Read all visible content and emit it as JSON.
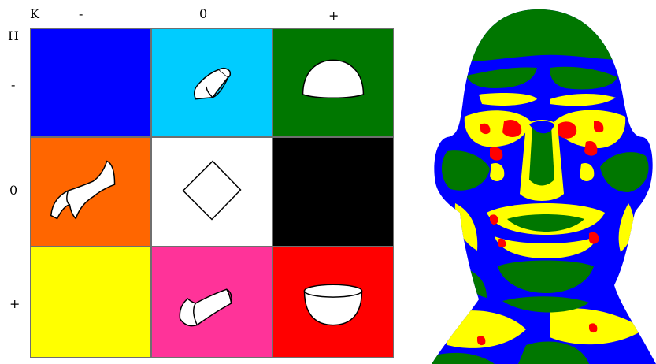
{
  "labels": {
    "k_axis": "K",
    "h_axis": "H",
    "k_neg": "-",
    "k_zero": "0",
    "k_pos": "+",
    "h_neg": "-",
    "h_zero": "0",
    "h_pos": "+"
  },
  "cells": [
    {
      "h": "-",
      "k": "-",
      "color": "#0000ff",
      "shape": "none"
    },
    {
      "h": "-",
      "k": "0",
      "color": "#00ccff",
      "shape": "ridge"
    },
    {
      "h": "-",
      "k": "+",
      "color": "#007700",
      "shape": "peak"
    },
    {
      "h": "0",
      "k": "-",
      "color": "#ff6600",
      "shape": "saddle"
    },
    {
      "h": "0",
      "k": "0",
      "color": "#ffffff",
      "shape": "flat"
    },
    {
      "h": "0",
      "k": "+",
      "color": "#000000",
      "shape": "none"
    },
    {
      "h": "+",
      "k": "-",
      "color": "#ffff00",
      "shape": "none"
    },
    {
      "h": "+",
      "k": "0",
      "color": "#ff3399",
      "shape": "valley"
    },
    {
      "h": "+",
      "k": "+",
      "color": "#ff0000",
      "shape": "pit"
    }
  ],
  "face_colors": {
    "green": "#007700",
    "blue": "#0000ff",
    "yellow": "#ffff00",
    "red": "#ff0000"
  }
}
